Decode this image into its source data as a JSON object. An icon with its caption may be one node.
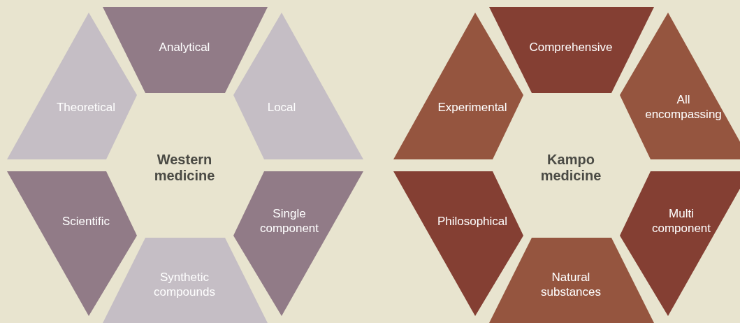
{
  "diagram": {
    "nodes": [
      {
        "text": [
          "Analytical"
        ]
      },
      {
        "text": [
          "Theoretical"
        ]
      },
      {
        "text": [
          "Local"
        ]
      },
      {
        "text": [
          "Scientific"
        ]
      },
      {
        "text": [
          "Single component"
        ]
      },
      {
        "text": [
          "Synthetic compounds"
        ]
      },
      {
        "text": [
          "Comprehensive"
        ]
      },
      {
        "text": [
          "Experimental"
        ]
      },
      {
        "text": [
          "All encompassing"
        ]
      },
      {
        "text": [
          "Philosophical"
        ]
      },
      {
        "text": [
          "Multi component"
        ]
      },
      {
        "text": [
          "Natural substances"
        ]
      }
    ],
    "labels": [
      "Western medicine",
      "Kampo medicine"
    ]
  }
}
